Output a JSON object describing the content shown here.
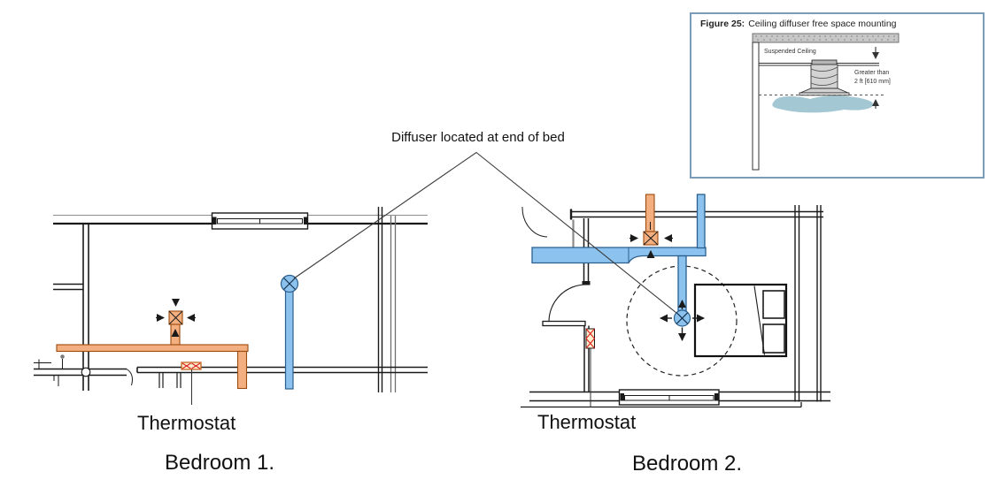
{
  "annotation": {
    "diffuser_note": "Diffuser located at end of bed"
  },
  "labels": {
    "bedroom1_thermostat": "Thermostat",
    "bedroom2_thermostat": "Thermostat",
    "bedroom1_name": "Bedroom 1.",
    "bedroom2_name": "Bedroom 2."
  },
  "inset_figure": {
    "title_bold": "Figure 25:",
    "title_rest": "Ceiling diffuser free space mounting",
    "suspended_ceiling_label": "Suspended Ceiling",
    "clearance_note_line1": "Greater than",
    "clearance_note_line2": "2 ft [610 mm]"
  },
  "colors": {
    "supply_duct_fill": "#8CC3EE",
    "supply_duct_stroke": "#2B5F8E",
    "return_duct_fill": "#F3AF7F",
    "return_duct_stroke": "#9C4A0E",
    "thermostat_fill": "#FCEFD0",
    "thermostat_cross": "#E02020",
    "air_pattern_fill": "#A3C8D3",
    "inset_border": "#7A9CB8",
    "slab_fill": "#C7C7C7",
    "line": "#1a1a1a"
  }
}
